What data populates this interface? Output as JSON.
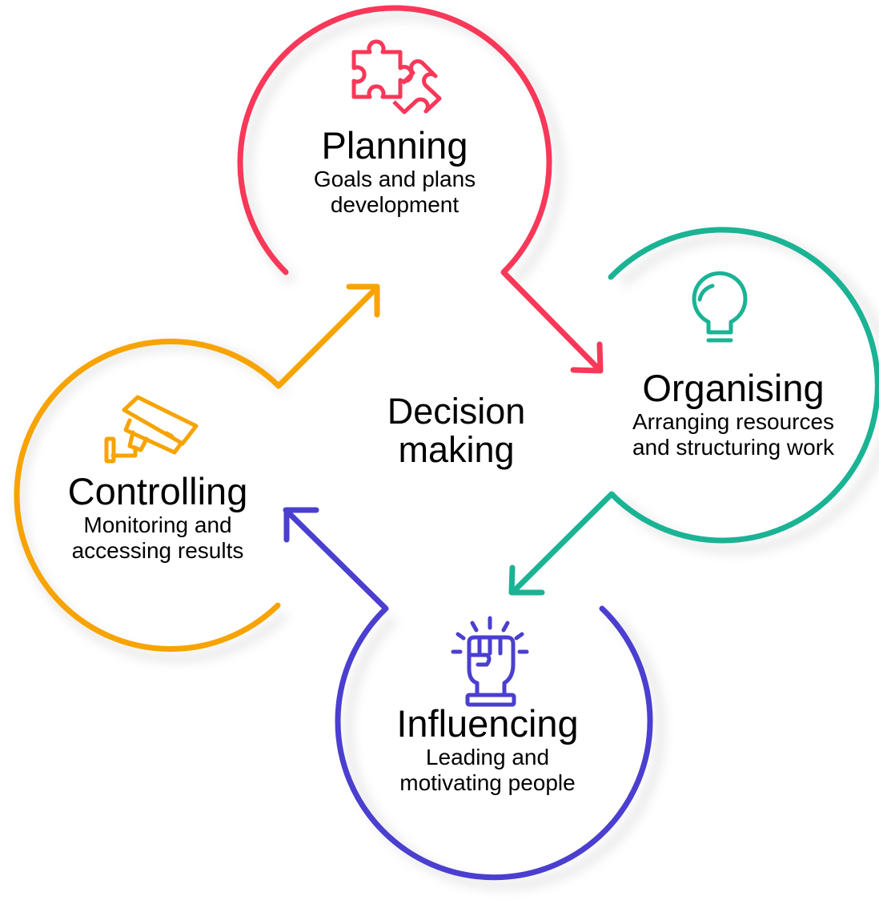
{
  "center": {
    "line1": "Decision",
    "line2": "making"
  },
  "stages": [
    {
      "id": "planning",
      "title": "Planning",
      "desc1": "Goals and plans",
      "desc2": "development",
      "color": "#f73859",
      "icon": "puzzle-icon"
    },
    {
      "id": "organising",
      "title": "Organising",
      "desc1": "Arranging resources",
      "desc2": "and structuring work",
      "color": "#1ab394",
      "icon": "lightbulb-icon"
    },
    {
      "id": "influencing",
      "title": "Influencing",
      "desc1": "Leading and",
      "desc2": "motivating people",
      "color": "#4a3fcf",
      "icon": "raised-fist-icon"
    },
    {
      "id": "controlling",
      "title": "Controlling",
      "desc1": "Monitoring and",
      "desc2": "accessing results",
      "color": "#f7a300",
      "icon": "security-camera-icon"
    }
  ]
}
